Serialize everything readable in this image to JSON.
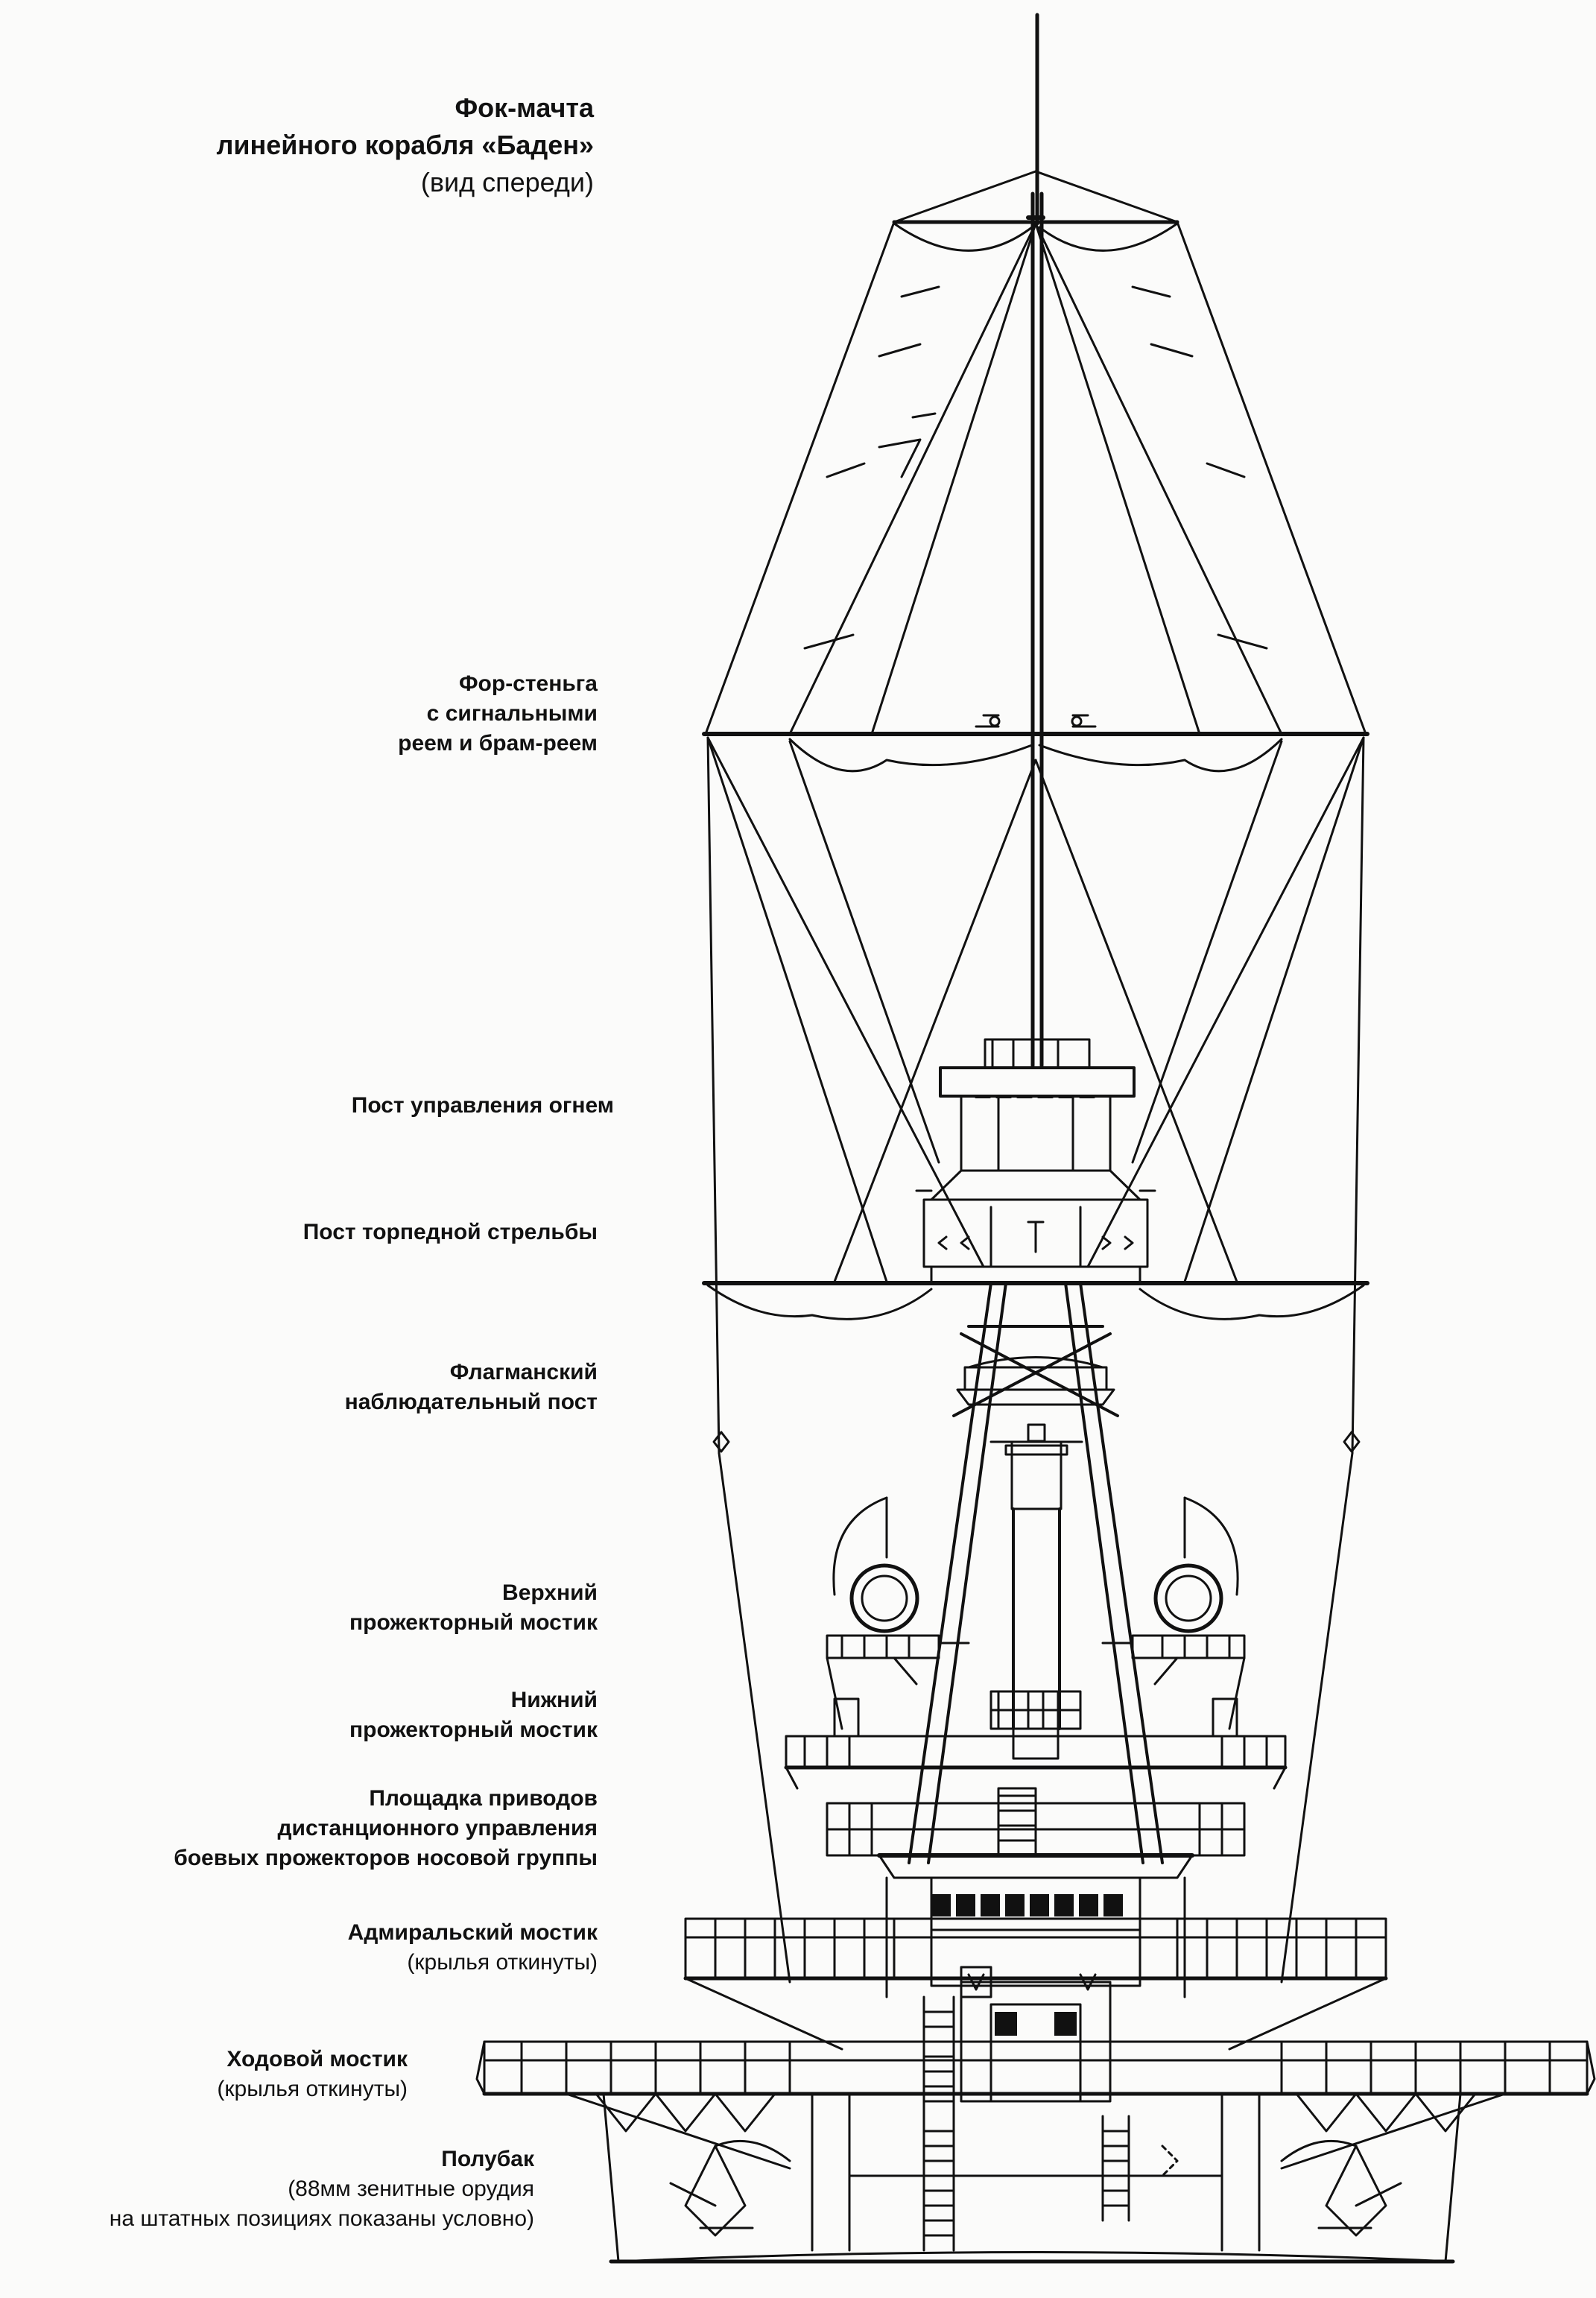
{
  "title": {
    "line1": "Фок-мачта",
    "line2": "линейного корабля «Баден»",
    "line3": "(вид спереди)"
  },
  "labels": {
    "topmast": [
      "Фор-стеньга",
      "с сигнальными",
      "реем и брам-реем"
    ],
    "fire_control": [
      "Пост управления огнем"
    ],
    "torpedo_post": [
      "Пост торпедной стрельбы"
    ],
    "flag_post": [
      "Флагманский",
      "наблюдательный пост"
    ],
    "upper_searchlight": [
      "Верхний",
      "прожекторный мостик"
    ],
    "lower_searchlight": [
      "Нижний",
      "прожекторный мостик"
    ],
    "drive_platform": [
      "Площадка приводов",
      "дистанционного управления",
      "боевых прожекторов носовой группы"
    ],
    "admiral_bridge": {
      "bold": "Адмиральский мостик",
      "normal": "(крылья откинуты)"
    },
    "nav_bridge": {
      "bold": "Ходовой мостик",
      "normal": "(крылья откинуты)"
    },
    "forecastle": {
      "bold": "Полубак",
      "normal": [
        "(88мм зенитные орудия",
        "на штатных позициях показаны условно)"
      ]
    }
  }
}
